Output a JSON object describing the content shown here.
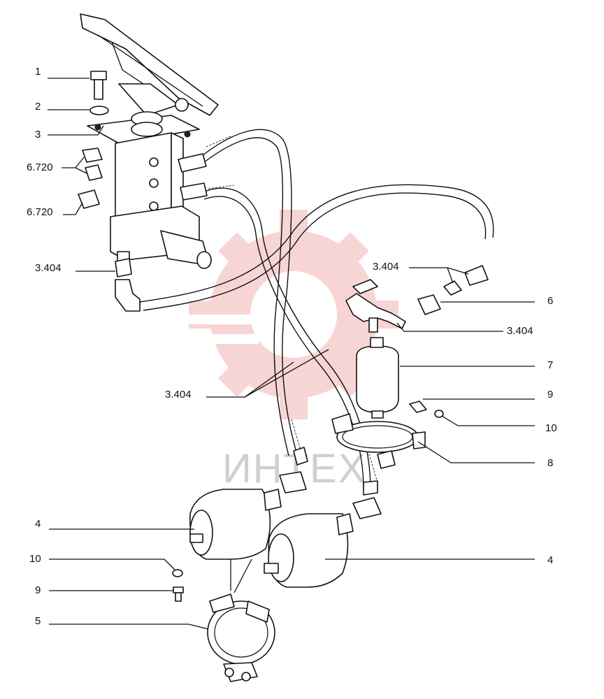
{
  "watermark": {
    "text": "ИНТЕХ",
    "color": "#f0a8a8"
  },
  "labels": {
    "l1": "1",
    "l2": "2",
    "l3": "3",
    "l6720a": "6.720",
    "l6720b": "6.720",
    "l3404a": "3.404",
    "l3404b": "3.404",
    "l3404c": "3.404",
    "l3404d": "3.404",
    "l6": "6",
    "l7": "7",
    "l9a": "9",
    "l10a": "10",
    "l8": "8",
    "l4a": "4",
    "l4b": "4",
    "l10b": "10",
    "l9b": "9",
    "l5": "5"
  }
}
